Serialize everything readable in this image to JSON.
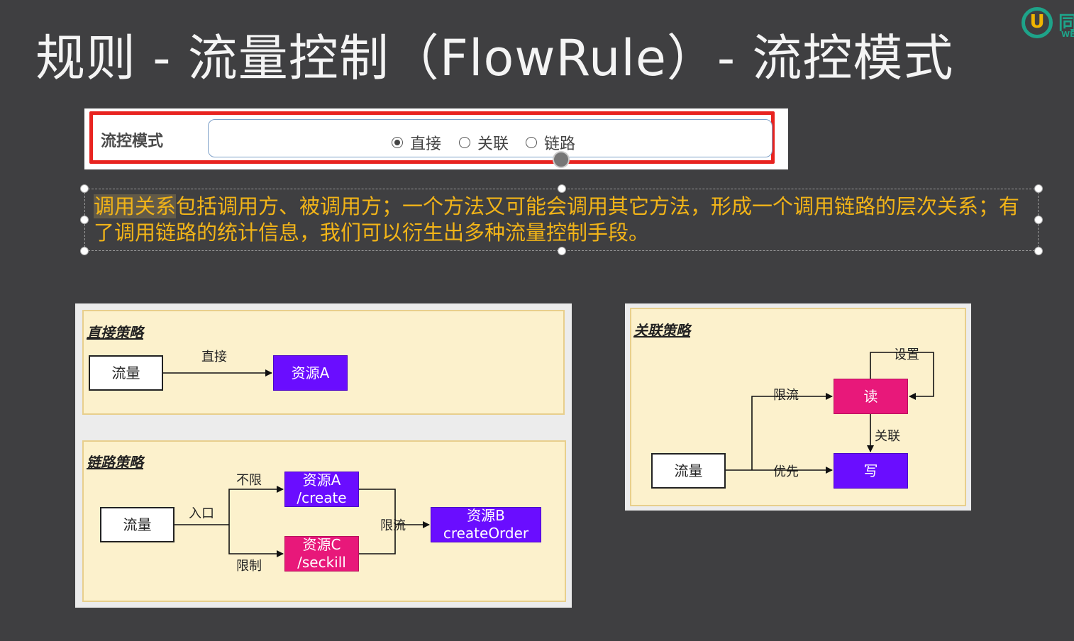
{
  "slide": {
    "title": "规则 - 流量控制（FlowRule）- 流控模式",
    "logo_letter": "U",
    "logo_partial": "同",
    "logo_sub": "WE"
  },
  "form": {
    "label": "流控模式",
    "options": [
      {
        "label": "直接",
        "selected": true
      },
      {
        "label": "关联",
        "selected": false
      },
      {
        "label": "链路",
        "selected": false
      }
    ]
  },
  "description": {
    "highlight": "调用关系",
    "text": "包括调用方、被调用方；一个方法又可能会调用其它方法，形成一个调用链路的层次关系；有了调用链路的统计信息，我们可以衍生出多种流量控制手段。"
  },
  "direct_strategy": {
    "title": "直接策略",
    "source": "流量",
    "edge_label": "直接",
    "target": "资源A"
  },
  "chain_strategy": {
    "title": "链路策略",
    "source": "流量",
    "entry_label": "入口",
    "no_limit_label": "不限",
    "limit_label": "限制",
    "resource_a": "资源A\n/create",
    "resource_c": "资源C\n/seckill",
    "flow_limit_label": "限流",
    "resource_b": "资源B\ncreateOrder"
  },
  "relate_strategy": {
    "title": "关联策略",
    "source": "流量",
    "limit_label": "限流",
    "priority_label": "优先",
    "set_label": "设置",
    "relate_label": "关联",
    "read_node": "读",
    "write_node": "写"
  },
  "colors": {
    "background": "#3f3f41",
    "highlight_border": "#e8231f",
    "description_text": "#f2b418",
    "card_fill": "#fcf1cc",
    "purple_node": "#6a0dff",
    "pink_node": "#e8187a"
  }
}
